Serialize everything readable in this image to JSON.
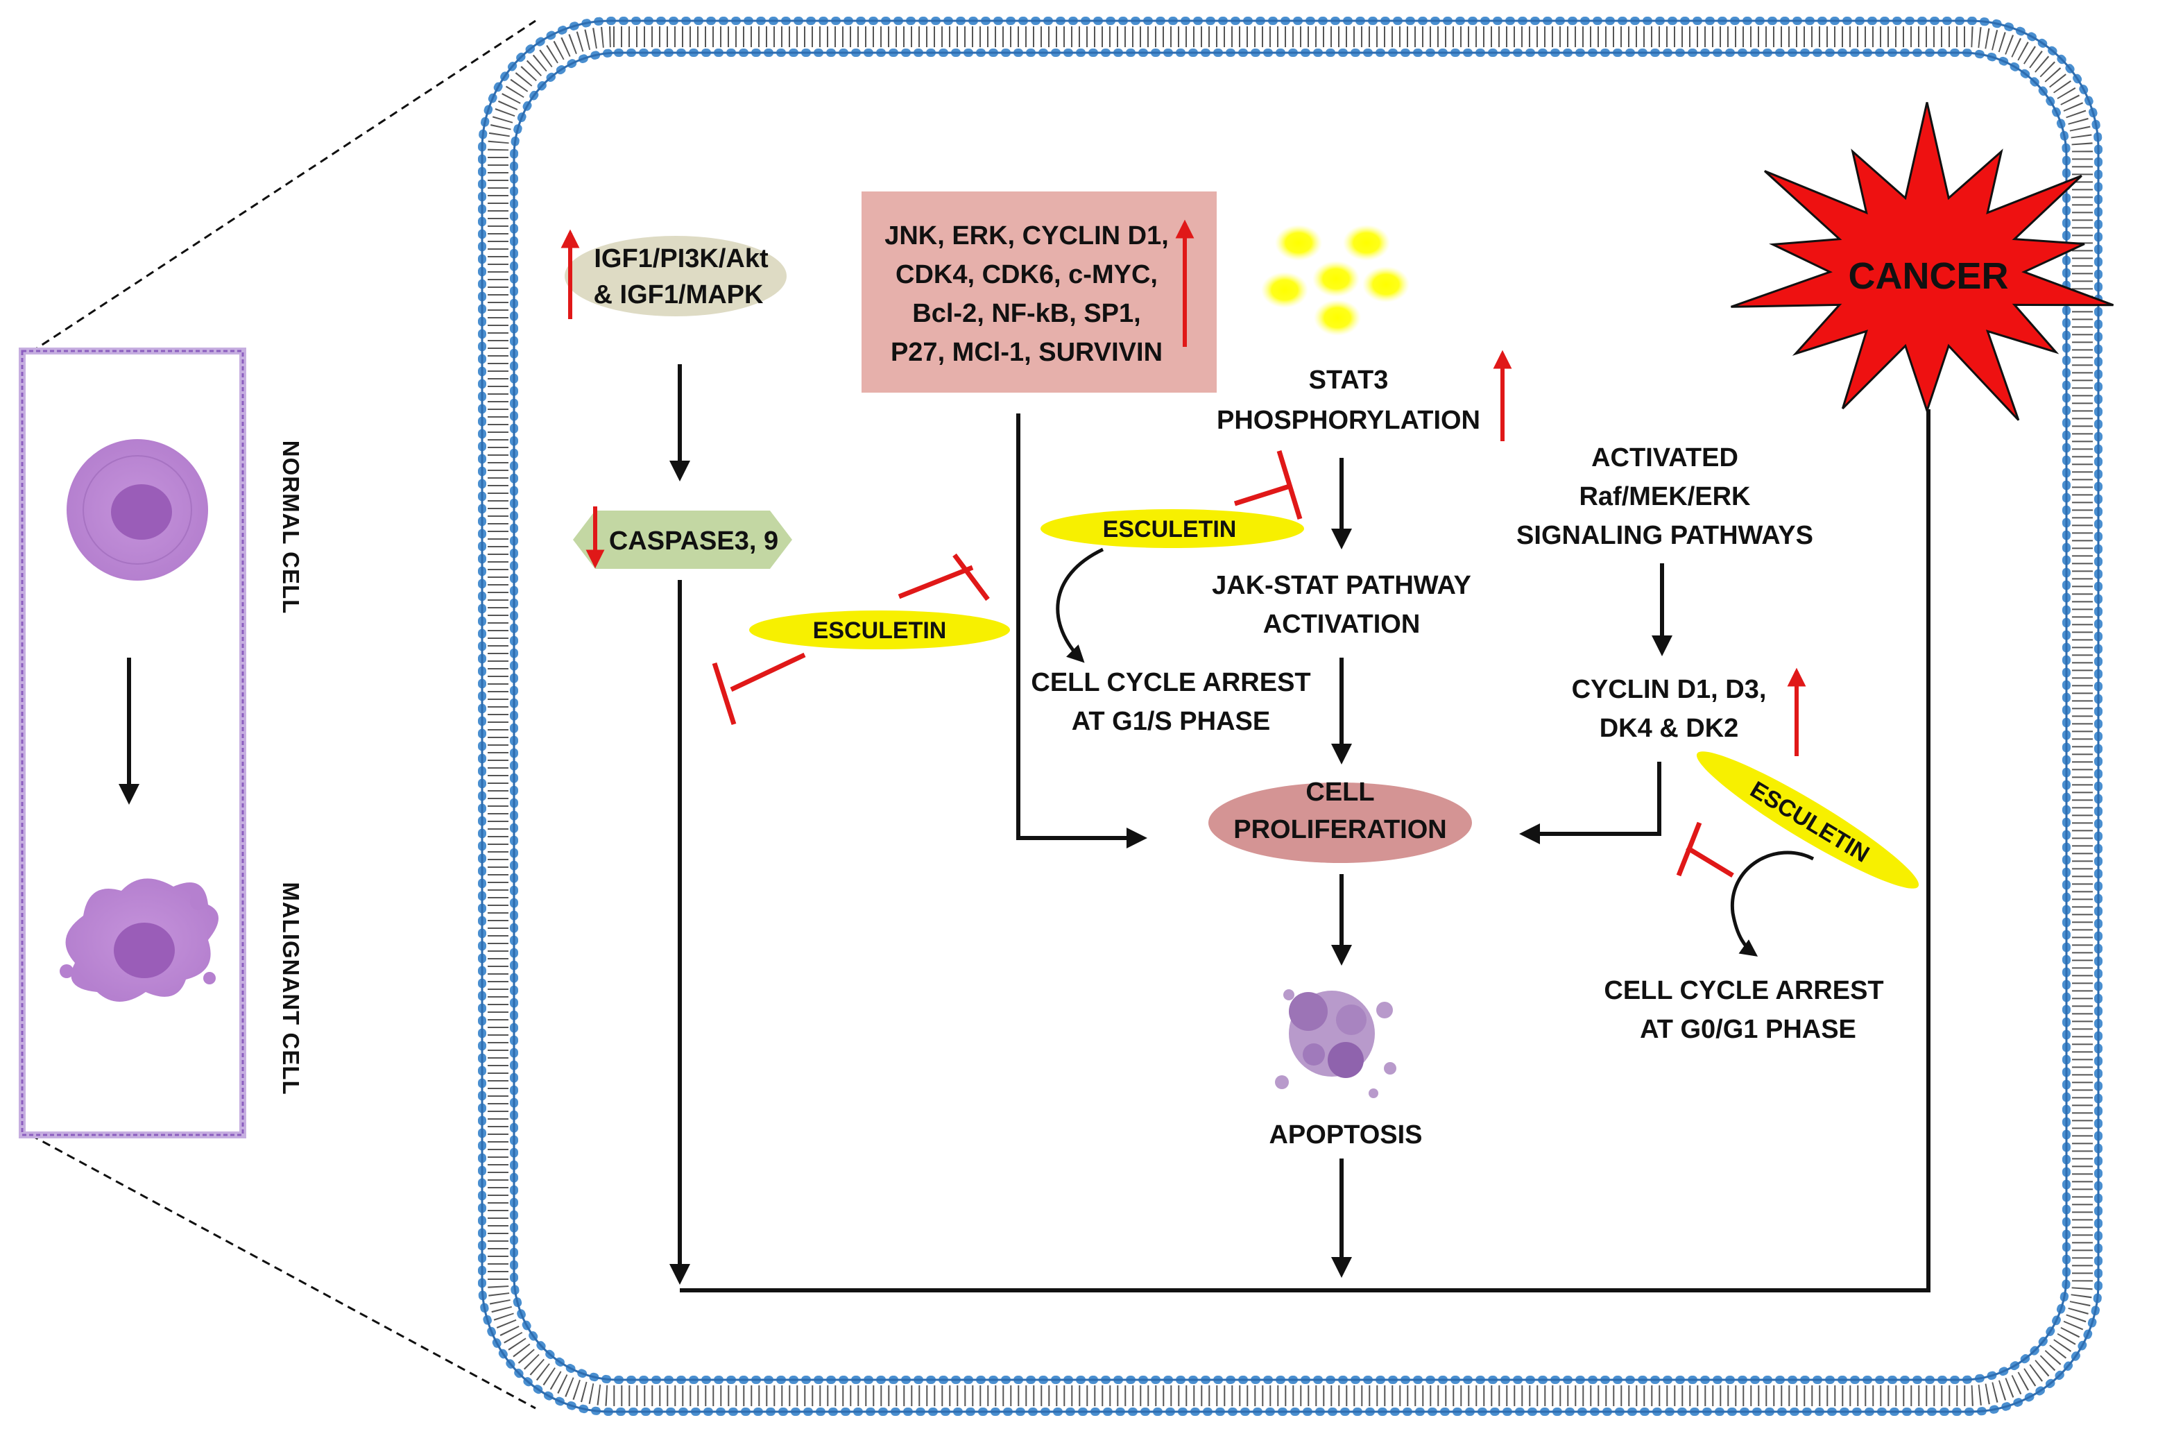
{
  "inset": {
    "normal_label": "NORMAL CELL",
    "malignant_label": "MALIGNANT CELL"
  },
  "cancer_label": "CANCER",
  "nodes": {
    "igf1_line1": "IGF1/PI3K/Akt",
    "igf1_line2": "& IGF1/MAPK",
    "caspase": "CASPASE3, 9",
    "gene_box_lines": [
      "JNK, ERK, CYCLIN D1,",
      "CDK4, CDK6, c-MYC,",
      "Bcl-2, NF-kB, SP1,",
      "P27, MCl-1, SURVIVIN"
    ],
    "stat3_line1": "STAT3",
    "stat3_line2": "PHOSPHORYLATION",
    "jakstat_line1": "JAK-STAT PATHWAY",
    "jakstat_line2": "ACTIVATION",
    "arrest_g1s_line1": "CELL CYCLE ARREST",
    "arrest_g1s_line2": "AT G1/S PHASE",
    "raf_line1": "ACTIVATED",
    "raf_line2": "Raf/MEK/ERK",
    "raf_line3": "SIGNALING PATHWAYS",
    "cyclin_line1": "CYCLIN D1, D3,",
    "cyclin_line2": "DK4 & DK2",
    "proliferation_line1": "CELL",
    "proliferation_line2": "PROLIFERATION",
    "arrest_g0g1_line1": "CELL CYCLE ARREST",
    "arrest_g0g1_line2": "AT G0/G1 PHASE",
    "apoptosis": "APOPTOSIS"
  },
  "inhibitor_label": "ESCULETIN",
  "colors": {
    "membrane_head": "#4a8fd0",
    "cancer_star": "#ee1111",
    "esculetin": "#f7f000",
    "gene_box": "#e6b0ab",
    "igf1_oval": "#dedbc4",
    "caspase_hex": "#c3d7a3",
    "proliferation": "#d49494",
    "inhibition": "#e01818",
    "inset_border": "#a47cc9"
  }
}
